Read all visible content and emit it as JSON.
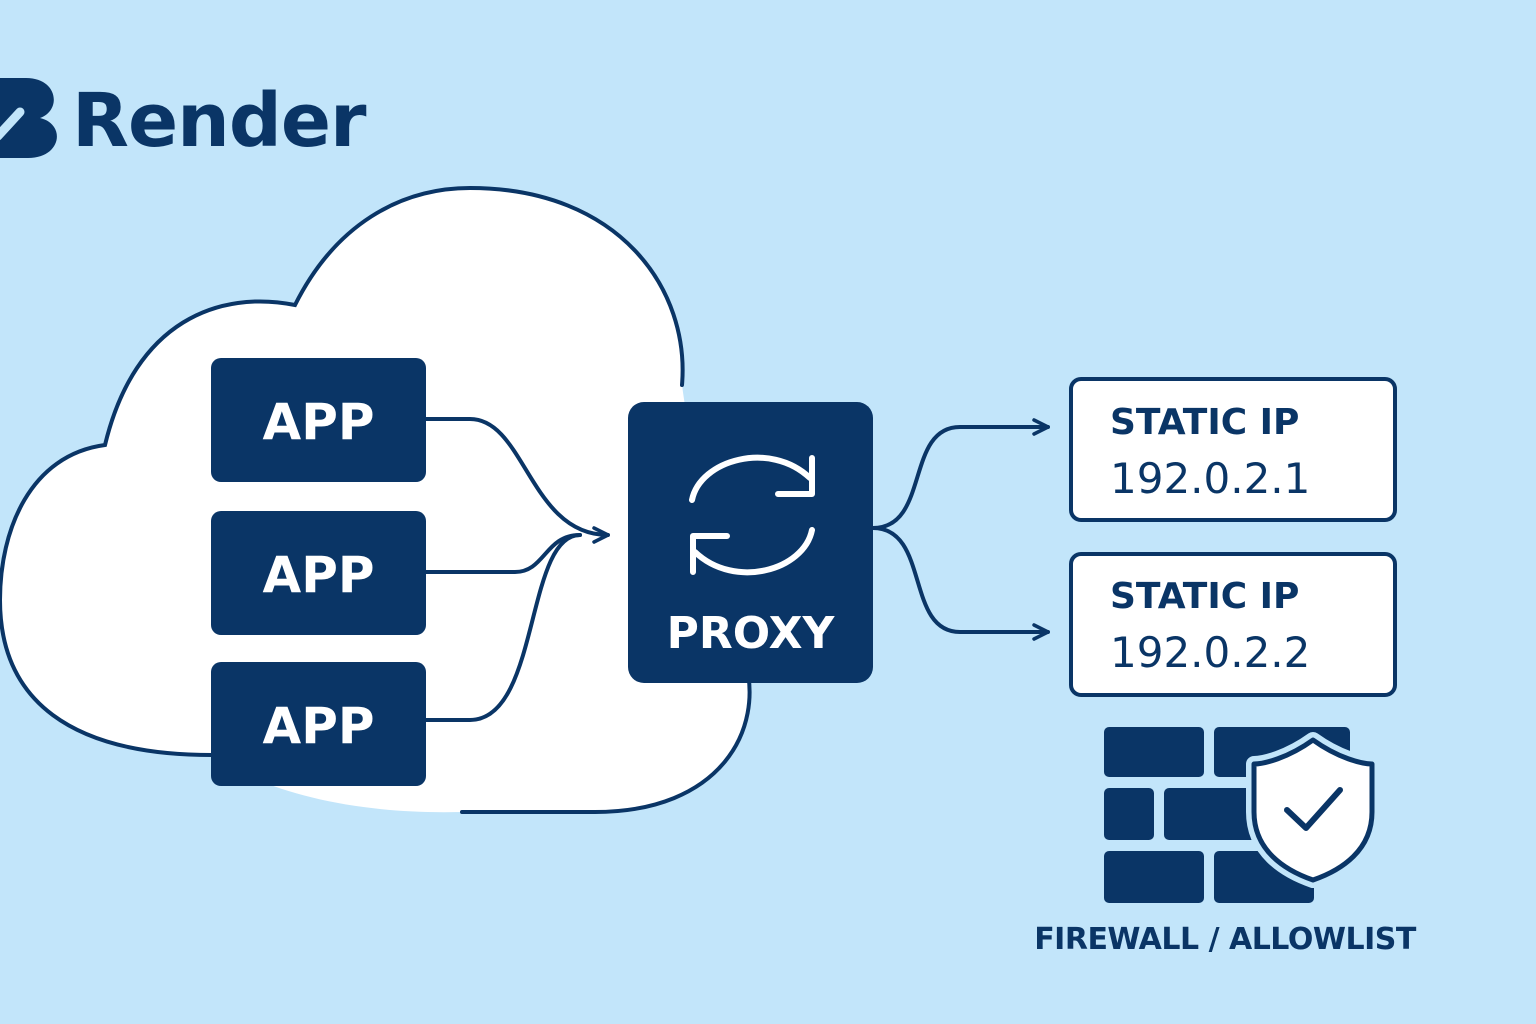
{
  "brand": {
    "name": "Render",
    "logo_icon": "render-logo-icon"
  },
  "apps": [
    {
      "label": "APP"
    },
    {
      "label": "APP"
    },
    {
      "label": "APP"
    }
  ],
  "proxy": {
    "label": "PROXY",
    "icon": "refresh-cycle-icon"
  },
  "static_ips": [
    {
      "title": "STATIC IP",
      "address": "192.0.2.1"
    },
    {
      "title": "STATIC IP",
      "address": "192.0.2.2"
    }
  ],
  "firewall": {
    "label": "FIREWALL / ALLOWLIST",
    "icons": [
      "brick-wall-icon",
      "shield-check-icon"
    ]
  },
  "colors": {
    "background": "#c2e5fa",
    "navy": "#0a3566",
    "cloud": "#ffffff"
  }
}
